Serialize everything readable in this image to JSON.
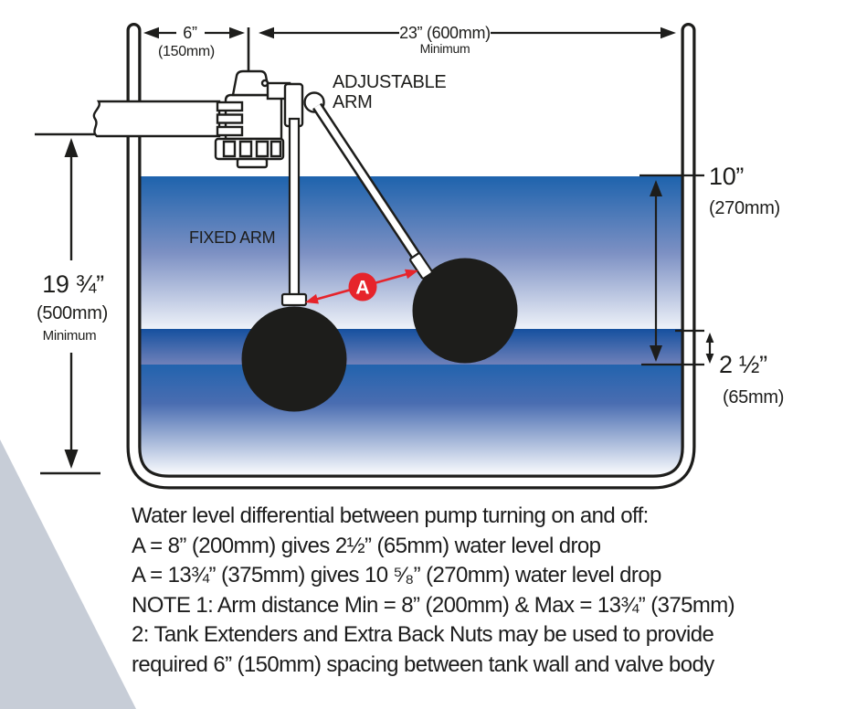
{
  "diagram": {
    "labels": {
      "adjustable_arm_line1": "ADJUSTABLE",
      "adjustable_arm_line2": "ARM",
      "fixed_arm": "FIXED ARM",
      "arm_distance_marker": "A"
    },
    "dimensions": {
      "valve_spacing": {
        "value": "6”",
        "metric": "(150mm)"
      },
      "tank_width": {
        "value": "23” (600mm)",
        "qualifier": "Minimum"
      },
      "tank_depth": {
        "value": "19 ¾”",
        "metric": "(500mm)",
        "qualifier": "Minimum"
      },
      "max_drop": {
        "value": "10”",
        "metric": "(270mm)"
      },
      "min_drop": {
        "value": "2 ½”",
        "metric": "(65mm)"
      }
    },
    "notes": [
      "Water level differential between pump turning on and off:",
      "A = 8” (200mm) gives 2½” (65mm) water level drop",
      "A = 13¾” (375mm) gives 10 ⁵⁄₈” (270mm) water level drop",
      "NOTE 1:  Arm distance Min = 8” (200mm) & Max = 13¾” (375mm)",
      "2: Tank Extenders and Extra Back Nuts may be used to provide",
      "required 6” (150mm) spacing between tank wall and valve body"
    ],
    "colors": {
      "water_deep_blue": "#1e63ad",
      "water_band2_blue": "#15509f",
      "water_band3_blue": "#2263ae",
      "float_black": "#1d1d1b",
      "marker_red": "#e6242b",
      "corner_gray": "#c7cdd7",
      "line_black": "#1d1d1b"
    }
  }
}
